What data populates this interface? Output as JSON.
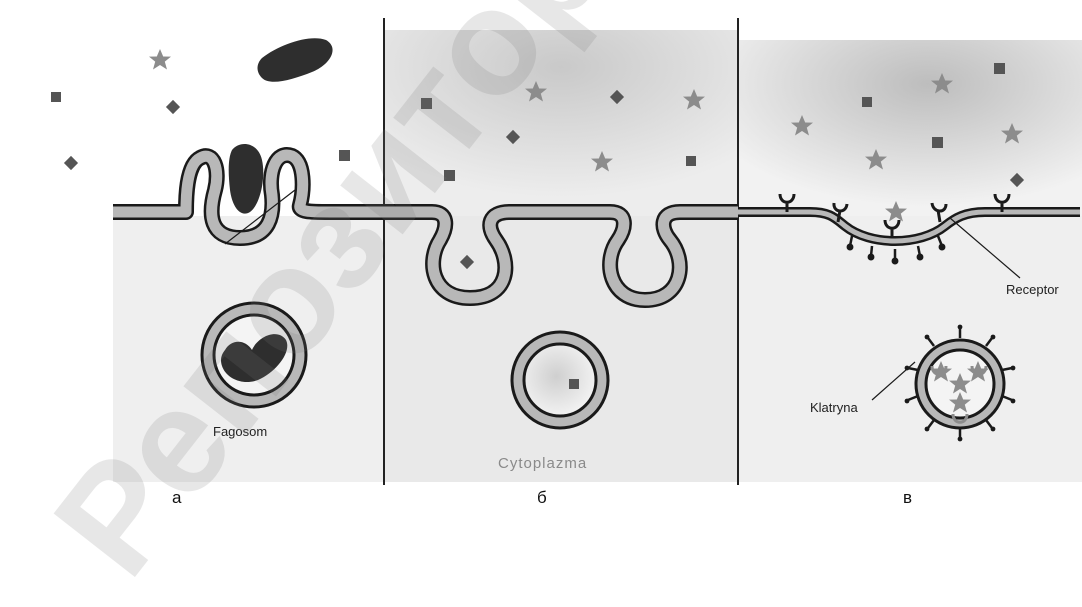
{
  "watermark": "Репозиторий",
  "labels": {
    "fagosom": "Fagosom",
    "cytoplazma": "Cytoplazma",
    "receptor": "Receptor",
    "klatryna": "Klatryna"
  },
  "panels": [
    "а",
    "б",
    "в"
  ],
  "colors": {
    "membrane_outline": "#1a1a1a",
    "membrane_fill": "#b8b8b8",
    "cytoplasm": "#e8e8e8",
    "bacterium": "#2e2e2e",
    "particle": "#555555",
    "star": "#8c8c8c"
  }
}
